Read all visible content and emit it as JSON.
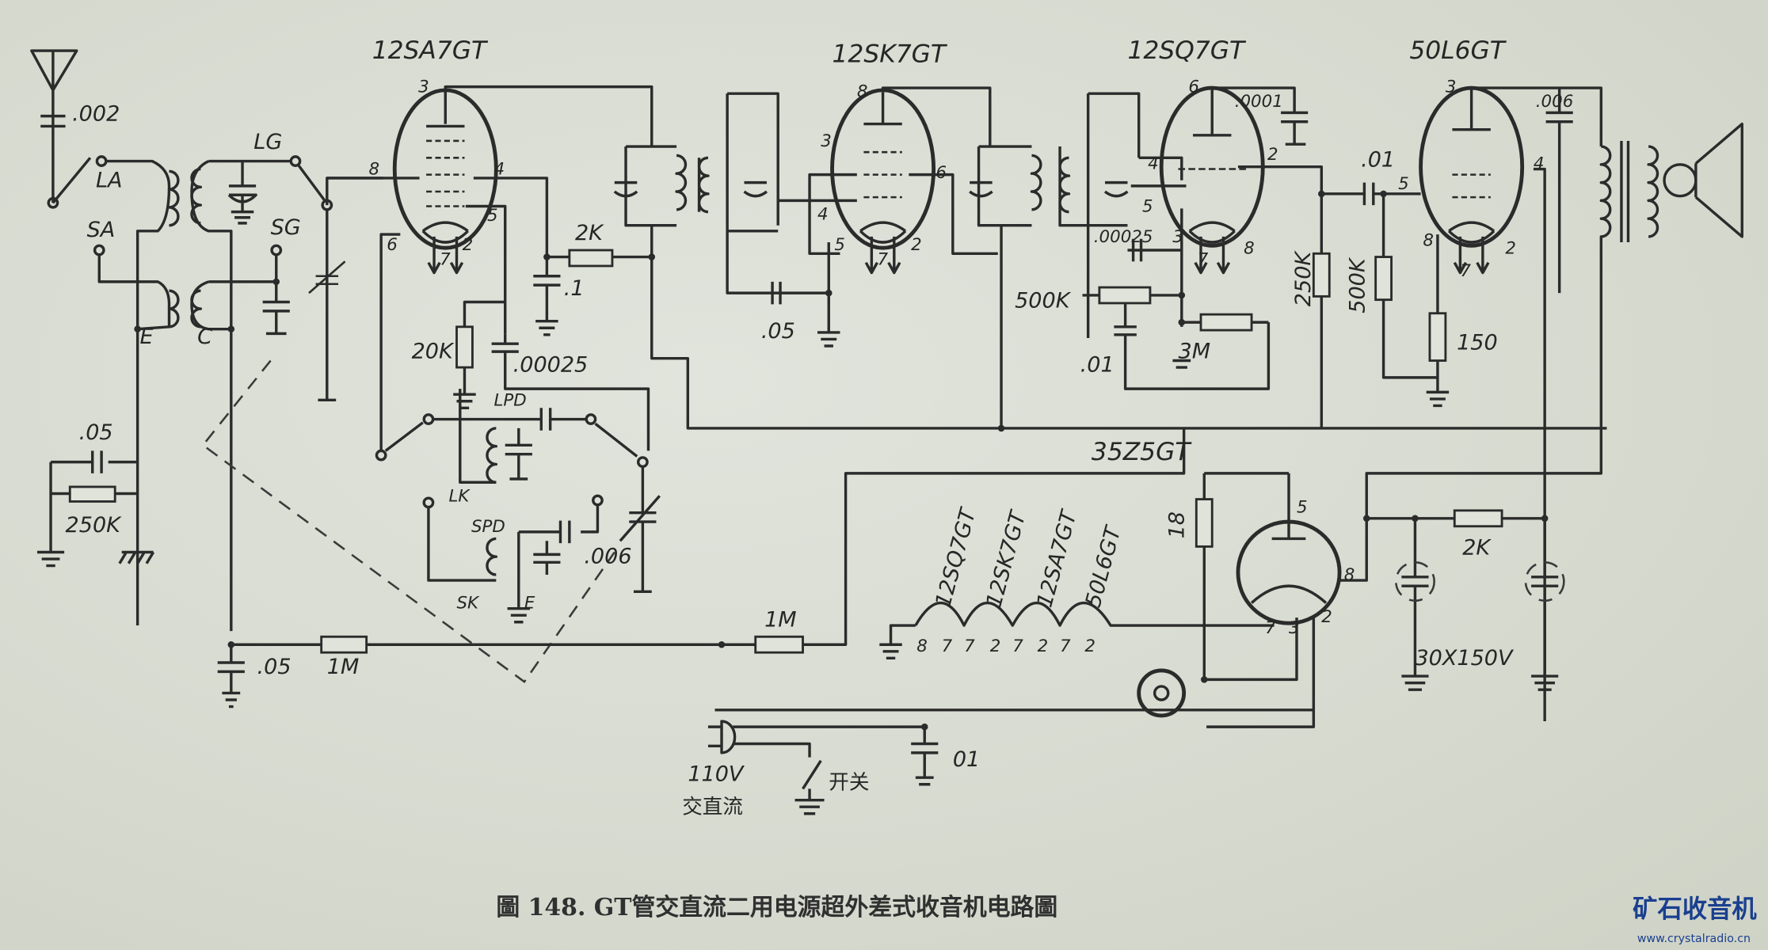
{
  "tubes": {
    "converter": "12SA7GT",
    "if_amp": "12SK7GT",
    "detector": "12SQ7GT",
    "output": "50L6GT",
    "rectifier": "35Z5GT"
  },
  "pins": {
    "converter": [
      "3",
      "8",
      "4",
      "6",
      "5",
      "7",
      "2"
    ],
    "if_amp": [
      "8",
      "3",
      "6",
      "4",
      "5",
      "7",
      "2"
    ],
    "detector": [
      "6",
      "4",
      "2",
      "5",
      "3",
      "7",
      "8"
    ],
    "output": [
      "3",
      "4",
      "5",
      "8",
      "7",
      "2"
    ],
    "rectifier": [
      "5",
      "8",
      "7",
      "3",
      "2"
    ]
  },
  "antenna": {
    "cap": ".002",
    "la": "LA",
    "sa": "SA",
    "e": "E",
    "cap2": ".05",
    "res": "250K"
  },
  "oscillator": {
    "lg": "LG",
    "sg": "SG",
    "c": "C",
    "lpd": "LPD",
    "lk": "LK",
    "spd": "SPD",
    "sk": "SK",
    "e": "E",
    "pad": ".006"
  },
  "converter_parts": {
    "r_plate": "2K",
    "c_bypass": ".1",
    "r_grid": "20K",
    "c_grid": ".00025"
  },
  "if_parts": {
    "c_cathode": ".05"
  },
  "detector_parts": {
    "c_plate": ".0001",
    "c_diode": ".00025",
    "vol": "500K",
    "c_coupling": ".01",
    "r_grid": "3M"
  },
  "output_parts": {
    "r_plate_load": "250K",
    "c_coupling": ".01",
    "r_grid": "500K",
    "r_cathode": "150",
    "c_tone": ".006"
  },
  "agc": {
    "r1": "1M",
    "c1": ".05",
    "r2": "1M"
  },
  "power": {
    "r_pilot": "18",
    "r_filter": "2K",
    "filter_caps": "30X150V",
    "line_cap": "01",
    "voltage": "110V",
    "acdc": "交直流",
    "switch": "开关"
  },
  "heater_chain": {
    "tubes": [
      "12SQ7GT",
      "12SK7GT",
      "12SA7GT",
      "50L6GT"
    ],
    "pins": [
      "8",
      "7",
      "7",
      "2",
      "7",
      "2",
      "7",
      "2"
    ]
  },
  "caption": "圖 148.  GT管交直流二用电源超外差式收音机电路圖",
  "watermark": {
    "name": "矿石收音机",
    "url": "www.crystalradio.cn"
  }
}
